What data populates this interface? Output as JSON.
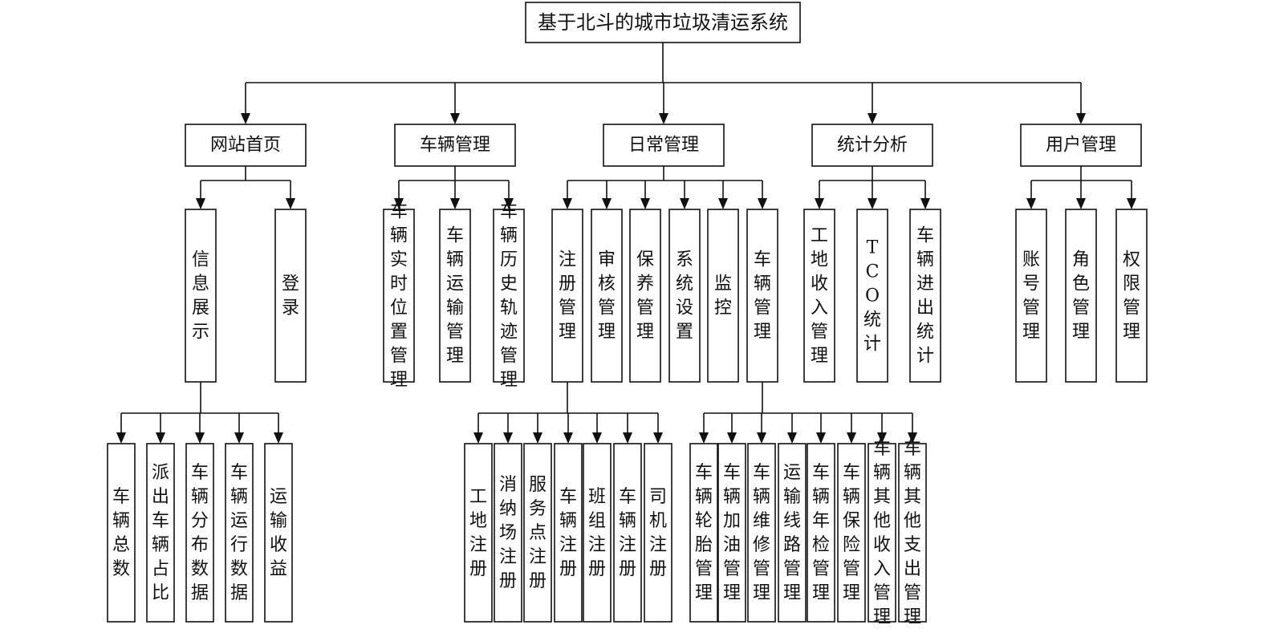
{
  "diagram": {
    "title": "基于北斗的城市垃圾清运系统",
    "modules": [
      {
        "label": "网站首页",
        "children": [
          {
            "label": "信息展示",
            "children": [
              "车辆总数",
              "派出车辆占比",
              "车辆分布数据",
              "车辆运行数据",
              "运输收益"
            ]
          },
          {
            "label": "登录",
            "children": []
          }
        ]
      },
      {
        "label": "车辆管理",
        "children": [
          {
            "label": "车辆实时位置管理",
            "children": []
          },
          {
            "label": "车辆运输管理",
            "children": []
          },
          {
            "label": "车辆历史轨迹管理",
            "children": []
          }
        ]
      },
      {
        "label": "日常管理",
        "children": [
          {
            "label": "注册管理",
            "children": [
              "工地注册",
              "消纳场注册",
              "服务点注册",
              "车辆注册",
              "班组注册",
              "车辆注册",
              "司机注册"
            ]
          },
          {
            "label": "审核管理",
            "children": []
          },
          {
            "label": "保养管理",
            "children": []
          },
          {
            "label": "系统设置",
            "children": []
          },
          {
            "label": "监控",
            "children": []
          },
          {
            "label": "车辆管理",
            "children": [
              "车辆轮胎管理",
              "车辆加油管理",
              "车辆维修管理",
              "运输线路管理",
              "车辆年检管理",
              "车辆保险管理",
              "车辆其他收入管理",
              "车辆其他支出管理"
            ]
          }
        ]
      },
      {
        "label": "统计分析",
        "children": [
          {
            "label": "工地收入管理",
            "children": []
          },
          {
            "label": "TCO统计",
            "children": []
          },
          {
            "label": "车辆进出统计",
            "children": []
          }
        ]
      },
      {
        "label": "用户管理",
        "children": [
          {
            "label": "账号管理",
            "children": []
          },
          {
            "label": "角色管理",
            "children": []
          },
          {
            "label": "权限管理",
            "children": []
          }
        ]
      }
    ]
  }
}
